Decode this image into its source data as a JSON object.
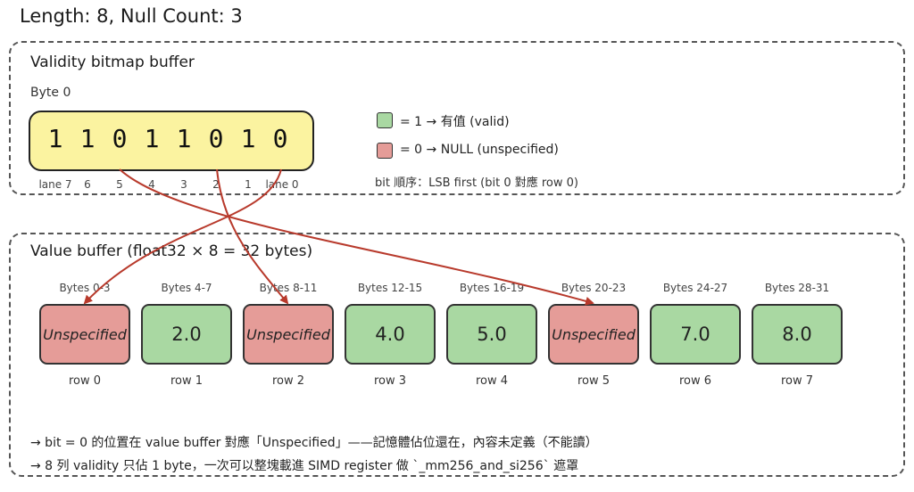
{
  "title": "Length: 8, Null Count: 3",
  "bitmap_section": {
    "title": "Validity bitmap buffer",
    "byte_label": "Byte 0",
    "bits": [
      "1",
      "1",
      "0",
      "1",
      "1",
      "0",
      "1",
      "0"
    ],
    "lanes": [
      "lane 7",
      "6",
      "5",
      "4",
      "3",
      "2",
      "1",
      "lane 0"
    ]
  },
  "legend": {
    "valid_label": "= 1 → 有值 (valid)",
    "null_label": "= 0 → NULL (unspecified)",
    "bit_order": "bit 順序：LSB first (bit 0 對應 row 0)",
    "valid_color": "#a9d8a2",
    "null_color": "#e59c98"
  },
  "values_section": {
    "title": "Value buffer (float32 × 8 = 32 bytes)",
    "cells": [
      {
        "range": "Bytes 0-3",
        "value": "Unspecified",
        "row": "row 0",
        "state": "null"
      },
      {
        "range": "Bytes 4-7",
        "value": "2.0",
        "row": "row 1",
        "state": "valid"
      },
      {
        "range": "Bytes 8-11",
        "value": "Unspecified",
        "row": "row 2",
        "state": "null"
      },
      {
        "range": "Bytes 12-15",
        "value": "4.0",
        "row": "row 3",
        "state": "valid"
      },
      {
        "range": "Bytes 16-19",
        "value": "5.0",
        "row": "row 4",
        "state": "valid"
      },
      {
        "range": "Bytes 20-23",
        "value": "Unspecified",
        "row": "row 5",
        "state": "null"
      },
      {
        "range": "Bytes 24-27",
        "value": "7.0",
        "row": "row 6",
        "state": "valid"
      },
      {
        "range": "Bytes 28-31",
        "value": "8.0",
        "row": "row 7",
        "state": "valid"
      }
    ]
  },
  "notes": [
    "→ bit = 0 的位置在 value buffer 對應「Unspecified」——記憶體佔位還在，內容未定義（不能讀）",
    "→ 8 列 validity 只佔 1 byte，一次可以整塊載進 SIMD register 做 `_mm256_and_si256` 遮罩"
  ],
  "arrow_color": "#b83a2c"
}
